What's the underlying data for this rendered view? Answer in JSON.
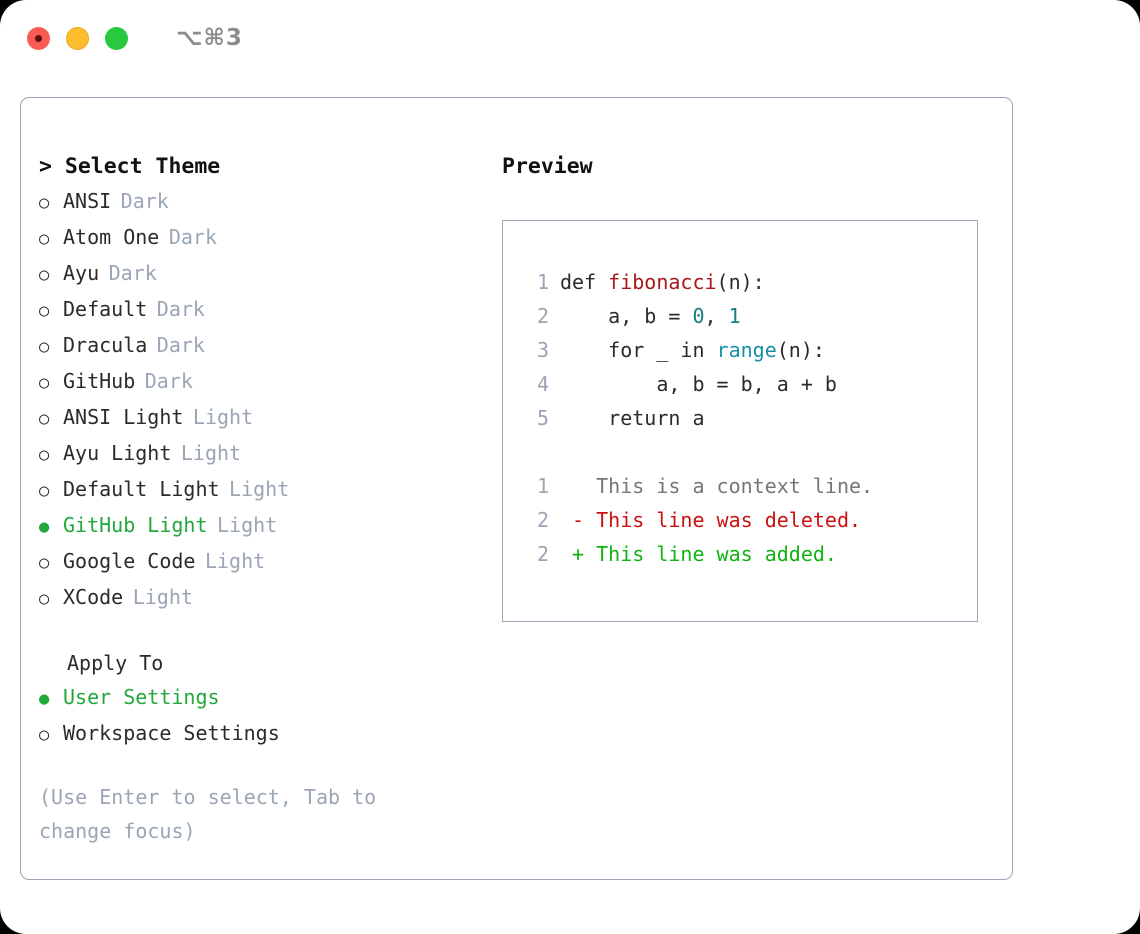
{
  "titlebar": {
    "shortcut": "⌥⌘3",
    "lights": [
      {
        "name": "close",
        "color": "#fa5c55"
      },
      {
        "name": "minimize",
        "color": "#fdbd2e"
      },
      {
        "name": "maximize",
        "color": "#28c93f"
      }
    ]
  },
  "theme_picker": {
    "heading": "> Select Theme",
    "marker_selected": "●",
    "marker_unselected": "○",
    "items": [
      {
        "name": "ANSI",
        "category": "Dark",
        "selected": false
      },
      {
        "name": "Atom One",
        "category": "Dark",
        "selected": false
      },
      {
        "name": "Ayu",
        "category": "Dark",
        "selected": false
      },
      {
        "name": "Default",
        "category": "Dark",
        "selected": false
      },
      {
        "name": "Dracula",
        "category": "Dark",
        "selected": false
      },
      {
        "name": "GitHub",
        "category": "Dark",
        "selected": false
      },
      {
        "name": "ANSI Light",
        "category": "Light",
        "selected": false
      },
      {
        "name": "Ayu Light",
        "category": "Light",
        "selected": false
      },
      {
        "name": "Default Light",
        "category": "Light",
        "selected": false
      },
      {
        "name": "GitHub Light",
        "category": "Light",
        "selected": true
      },
      {
        "name": "Google Code",
        "category": "Light",
        "selected": false
      },
      {
        "name": "XCode",
        "category": "Light",
        "selected": false
      }
    ]
  },
  "apply_to": {
    "heading": "Apply To",
    "options": [
      {
        "name": "User Settings",
        "selected": true
      },
      {
        "name": "Workspace Settings",
        "selected": false
      }
    ]
  },
  "hint": "(Use Enter to select, Tab to change focus)",
  "preview": {
    "heading": "Preview",
    "code_lines": [
      {
        "number": "1",
        "tokens": [
          {
            "text": "def ",
            "type": "def"
          },
          {
            "text": "fibonacci",
            "type": "fn"
          },
          {
            "text": "(n):",
            "type": "plain"
          }
        ]
      },
      {
        "number": "2",
        "tokens": [
          {
            "text": "    a, b = ",
            "type": "plain"
          },
          {
            "text": "0",
            "type": "num"
          },
          {
            "text": ", ",
            "type": "plain"
          },
          {
            "text": "1",
            "type": "num"
          }
        ]
      },
      {
        "number": "3",
        "tokens": [
          {
            "text": "    for _ in ",
            "type": "plain"
          },
          {
            "text": "range",
            "type": "kw"
          },
          {
            "text": "(n):",
            "type": "plain"
          }
        ]
      },
      {
        "number": "4",
        "tokens": [
          {
            "text": "        a, b = b, a + b",
            "type": "plain"
          }
        ]
      },
      {
        "number": "5",
        "tokens": [
          {
            "text": "    return a",
            "type": "plain"
          }
        ]
      }
    ],
    "diff_lines": [
      {
        "number": "1",
        "prefix": "  ",
        "text": "This is a context line.",
        "kind": "context"
      },
      {
        "number": "2",
        "prefix": "- ",
        "text": "This line was deleted.",
        "kind": "deleted"
      },
      {
        "number": "2",
        "prefix": "+ ",
        "text": "This line was added.",
        "kind": "added"
      }
    ]
  },
  "colors": {
    "accent_green": "#22a83b",
    "muted": "#9aa5b5",
    "text": "#2b2b2b",
    "diff_add": "#11b211",
    "diff_del": "#cc1111",
    "fn": "#a81a1a",
    "keyword": "#1a8fa8",
    "number": "#17807e"
  }
}
